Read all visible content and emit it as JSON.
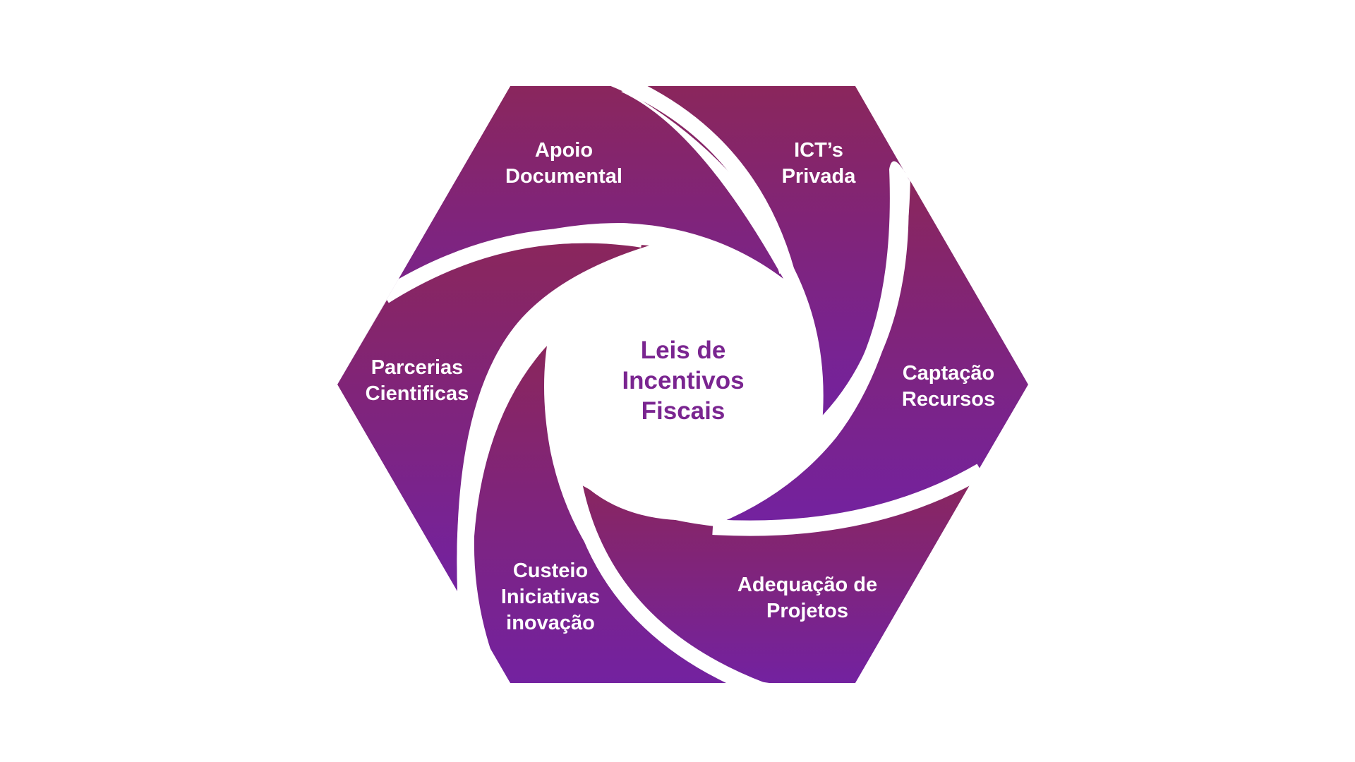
{
  "center": {
    "line1": "Leis de",
    "line2": "Incentivos",
    "line3": "Fiscais"
  },
  "segments": [
    {
      "line1": "Apoio",
      "line2": "Documental",
      "line3": ""
    },
    {
      "line1": "ICT’s",
      "line2": "Privada",
      "line3": ""
    },
    {
      "line1": "Captação",
      "line2": "Recursos",
      "line3": ""
    },
    {
      "line1": "Adequação de",
      "line2": "Projetos",
      "line3": ""
    },
    {
      "line1": "Custeio",
      "line2": "Iniciativas",
      "line3": "inovação"
    },
    {
      "line1": "Parcerias",
      "line2": "Cientificas",
      "line3": ""
    }
  ],
  "colors": {
    "segment_top": "#8a265c",
    "segment_bottom": "#7322a0",
    "center_text": "#7a2590",
    "segment_text": "#ffffff",
    "background": "#ffffff"
  }
}
